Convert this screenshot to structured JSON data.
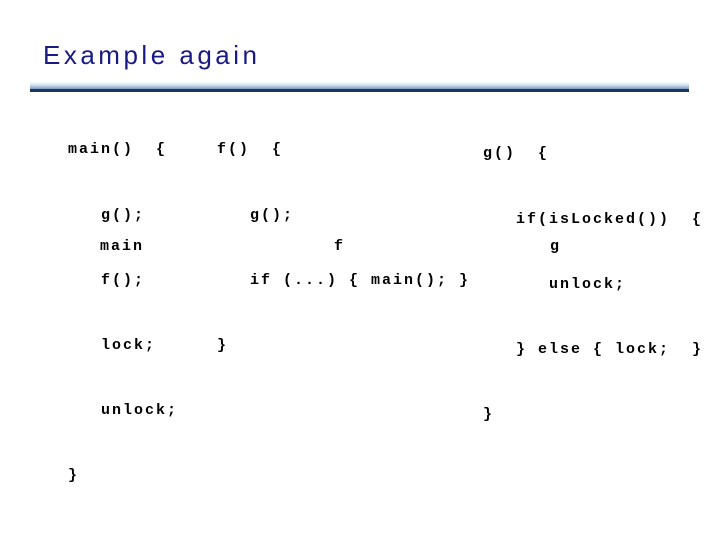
{
  "slide": {
    "title": "Example again",
    "title_color": "#1a1a85",
    "background_color": "#ffffff",
    "code_color": "#000000",
    "divider": {
      "gradient_top": "#f5f8fc",
      "gradient_bottom": "#7b9cbe",
      "underline": "#1e3560"
    }
  },
  "code_blocks": [
    {
      "name": "main",
      "label": "main",
      "lines": [
        "main()  {",
        "   g();",
        "   f();",
        "   lock;",
        "   unlock;",
        "}"
      ]
    },
    {
      "name": "f",
      "label": "f",
      "lines": [
        "f()  {",
        "   g();",
        "   if (...) { main(); }",
        "}"
      ]
    },
    {
      "name": "g",
      "label": "g",
      "lines": [
        "g()  {",
        "   if(isLocked())  {",
        "      unlock;",
        "   } else { lock;  }",
        "}"
      ]
    }
  ]
}
